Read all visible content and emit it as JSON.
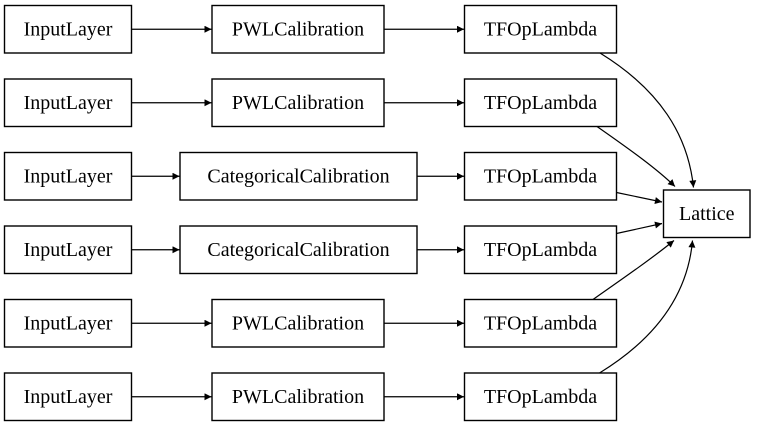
{
  "diagram": {
    "type": "model-graph",
    "colors": {
      "background": "#ffffff",
      "node_fill": "#ffffff",
      "node_border": "#000000",
      "edge": "#000000",
      "text": "#000000"
    },
    "rows": [
      {
        "input": "InputLayer",
        "calibration": "PWLCalibration",
        "lambda": "TFOpLambda"
      },
      {
        "input": "InputLayer",
        "calibration": "PWLCalibration",
        "lambda": "TFOpLambda"
      },
      {
        "input": "InputLayer",
        "calibration": "CategoricalCalibration",
        "lambda": "TFOpLambda"
      },
      {
        "input": "InputLayer",
        "calibration": "CategoricalCalibration",
        "lambda": "TFOpLambda"
      },
      {
        "input": "InputLayer",
        "calibration": "PWLCalibration",
        "lambda": "TFOpLambda"
      },
      {
        "input": "InputLayer",
        "calibration": "PWLCalibration",
        "lambda": "TFOpLambda"
      }
    ],
    "output": {
      "label": "Lattice"
    },
    "edges": [
      {
        "from": "row-1-input",
        "to": "row-1-calibration"
      },
      {
        "from": "row-1-calibration",
        "to": "row-1-lambda"
      },
      {
        "from": "row-1-lambda",
        "to": "lattice"
      },
      {
        "from": "row-2-input",
        "to": "row-2-calibration"
      },
      {
        "from": "row-2-calibration",
        "to": "row-2-lambda"
      },
      {
        "from": "row-2-lambda",
        "to": "lattice"
      },
      {
        "from": "row-3-input",
        "to": "row-3-calibration"
      },
      {
        "from": "row-3-calibration",
        "to": "row-3-lambda"
      },
      {
        "from": "row-3-lambda",
        "to": "lattice"
      },
      {
        "from": "row-4-input",
        "to": "row-4-calibration"
      },
      {
        "from": "row-4-calibration",
        "to": "row-4-lambda"
      },
      {
        "from": "row-4-lambda",
        "to": "lattice"
      },
      {
        "from": "row-5-input",
        "to": "row-5-calibration"
      },
      {
        "from": "row-5-calibration",
        "to": "row-5-lambda"
      },
      {
        "from": "row-5-lambda",
        "to": "lattice"
      },
      {
        "from": "row-6-input",
        "to": "row-6-calibration"
      },
      {
        "from": "row-6-calibration",
        "to": "row-6-lambda"
      },
      {
        "from": "row-6-lambda",
        "to": "lattice"
      }
    ]
  }
}
